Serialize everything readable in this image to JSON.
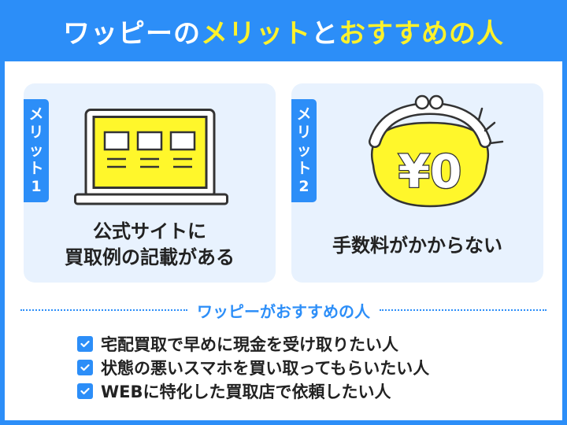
{
  "header": {
    "title_part1": "ワッピーの",
    "title_part2": "メリット",
    "title_part3": "と",
    "title_part4": "おすすめの人"
  },
  "merits": [
    {
      "badge_chars": [
        "メ",
        "リ",
        "ッ",
        "ト",
        "1"
      ],
      "text_line1": "公式サイトに",
      "text_line2": "買取例の記載がある",
      "icon": "laptop-icon"
    },
    {
      "badge_chars": [
        "メ",
        "リ",
        "ッ",
        "ト",
        "2"
      ],
      "text_line1": "手数料がかからない",
      "icon": "coin-purse-icon",
      "purse_label": "¥0"
    }
  ],
  "recommend": {
    "heading": "ワッピーがおすすめの人",
    "items": [
      "宅配買取で早めに現金を受け取りたい人",
      "状態の悪いスマホを買い取ってもらいたい人",
      "WEBに特化した買取店で依頼したい人"
    ]
  },
  "colors": {
    "brand_blue": "#2c8ef8",
    "highlight_yellow": "#fff22b",
    "card_bg": "#e8f2fe",
    "text_dark": "#222222"
  }
}
